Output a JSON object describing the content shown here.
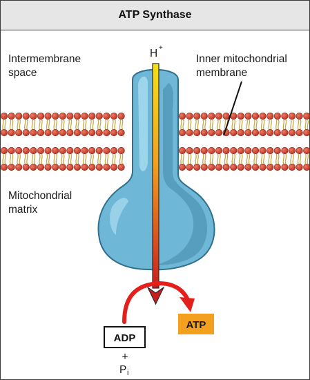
{
  "title": "ATP Synthase",
  "labels": {
    "intermembrane_line1": "Intermembrane",
    "intermembrane_line2": "space",
    "inner_membrane_line1": "Inner mitochondrial",
    "inner_membrane_line2": "membrane",
    "matrix_line1": "Mitochondrial",
    "matrix_line2": "matrix",
    "proton": "H",
    "proton_charge": "+",
    "adp": "ADP",
    "plus": "+",
    "phosphate": "P",
    "phosphate_subscript": "i",
    "atp": "ATP"
  },
  "colors": {
    "membrane_head": "#d9493a",
    "membrane_tail": "#c9a84a",
    "enzyme_fill": "#6fb7d6",
    "enzyme_shade": "#4f95b5",
    "enzyme_outline": "#2f6f8c",
    "channel_top": "#f2e11a",
    "channel_bottom": "#c81e1e",
    "reaction_arrow": "#e3201b",
    "atp_box": "#f2a01e"
  }
}
